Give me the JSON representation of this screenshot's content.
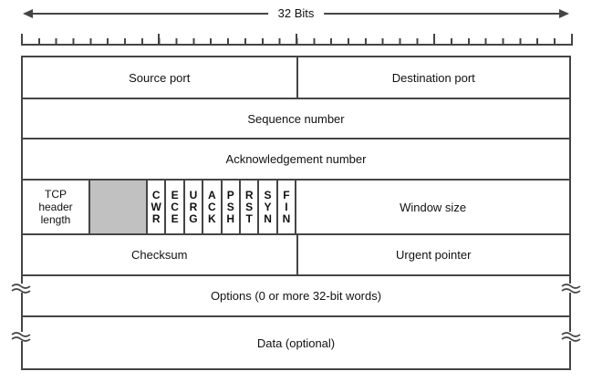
{
  "ruler": {
    "label": "32 Bits"
  },
  "fields": {
    "source_port": "Source port",
    "destination_port": "Destination port",
    "sequence_number": "Sequence number",
    "acknowledgement_number": "Acknowledgement number",
    "tcp_header_length": "TCP\nheader\nlength",
    "window_size": "Window size",
    "checksum": "Checksum",
    "urgent_pointer": "Urgent pointer",
    "options": "Options (0 or more 32-bit words)",
    "data": "Data (optional)"
  },
  "flags": [
    {
      "name": "CWR",
      "label": "C\nW\nR"
    },
    {
      "name": "ECE",
      "label": "E\nC\nE"
    },
    {
      "name": "URG",
      "label": "U\nR\nG"
    },
    {
      "name": "ACK",
      "label": "A\nC\nK"
    },
    {
      "name": "PSH",
      "label": "P\nS\nH"
    },
    {
      "name": "RST",
      "label": "R\nS\nT"
    },
    {
      "name": "SYN",
      "label": "S\nY\nN"
    },
    {
      "name": "FIN",
      "label": "F\nI\nN"
    }
  ],
  "colors": {
    "line": "#454545",
    "reserved_fill": "#c1c1c1",
    "text": "#111111",
    "background": "#ffffff"
  }
}
